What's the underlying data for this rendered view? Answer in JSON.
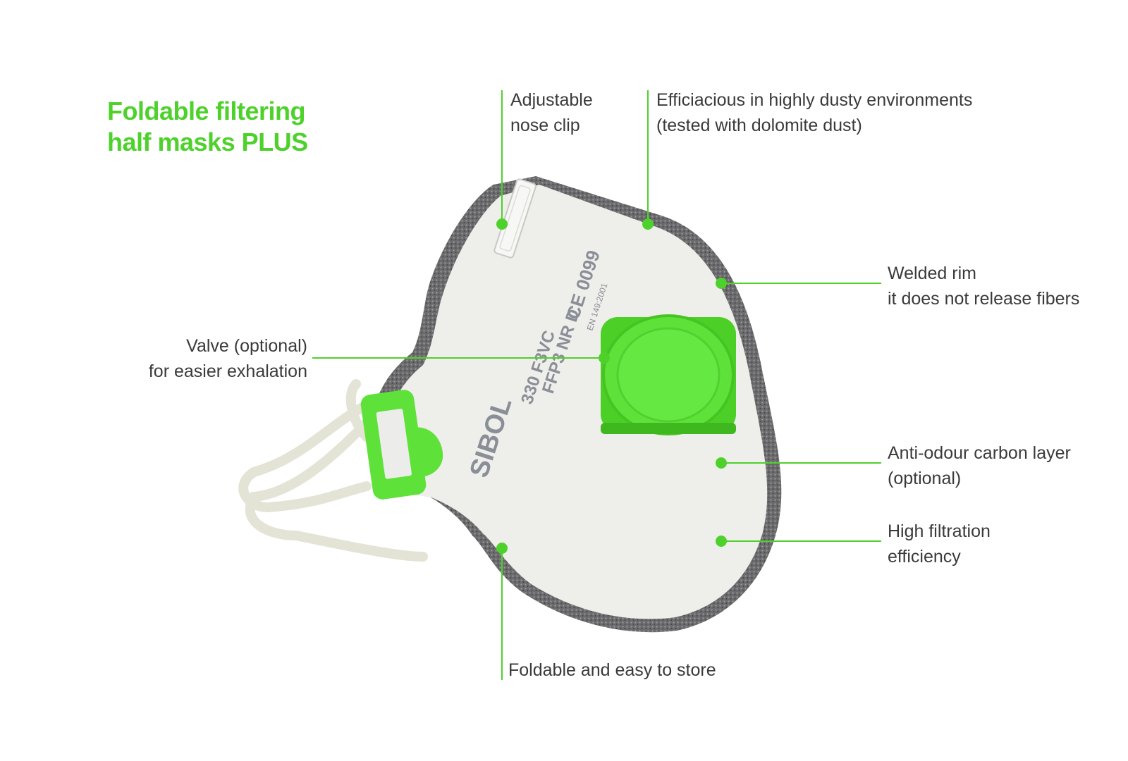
{
  "title": {
    "line1": "Foldable filtering",
    "line2": "half masks PLUS"
  },
  "mask_print": {
    "brand": "SIBOL",
    "model": "330 F3VC",
    "class": "FFP3 NR D",
    "ce": "CE 0099",
    "standard": "EN 149:2001"
  },
  "callouts": {
    "nose_clip": {
      "line1": "Adjustable",
      "line2": "nose clip"
    },
    "dusty": {
      "line1": "Efficiacious in highly dusty environments",
      "line2": "(tested with dolomite dust)"
    },
    "welded_rim": {
      "line1": "Welded rim",
      "line2": "it does not release fibers"
    },
    "valve": {
      "line1": "Valve (optional)",
      "line2": "for easier exhalation"
    },
    "carbon": {
      "line1": "Anti-odour carbon layer",
      "line2": "(optional)"
    },
    "filtration": {
      "line1": "High filtration",
      "line2": "efficiency"
    },
    "foldable": {
      "line1": "Foldable and easy to store"
    }
  },
  "colors": {
    "accent": "#4fd12c",
    "text": "#3a3a3a",
    "mask_white": "#eeeeea",
    "carbon_rim": "#5a5a5c",
    "valve_green": "#5ee23a"
  }
}
